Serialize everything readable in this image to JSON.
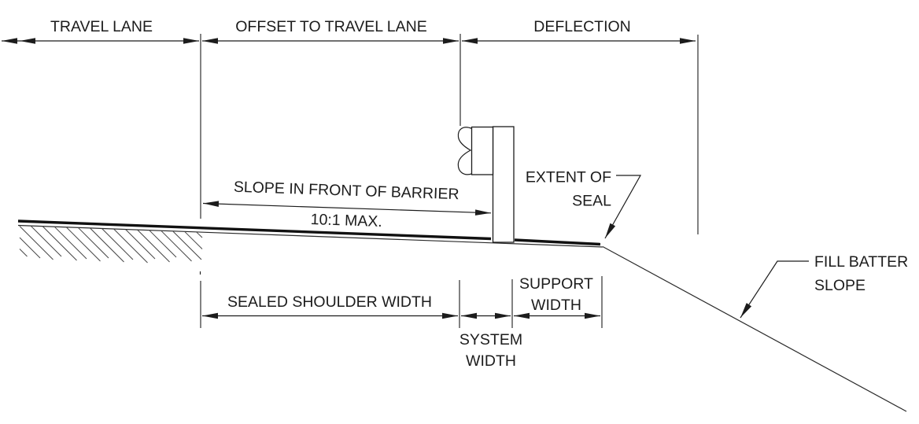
{
  "dwg": {
    "colors": {
      "ink": "#1c1c1c",
      "paper": "#ffffff"
    },
    "dims": {
      "travel_lane": "TRAVEL LANE",
      "offset_to_travel_lane": "OFFSET TO TRAVEL LANE",
      "deflection": "DEFLECTION",
      "slope_in_front_of_barrier": "SLOPE IN FRONT OF BARRIER",
      "slope_ratio": "10:1 MAX.",
      "sealed_shoulder_width": "SEALED SHOULDER WIDTH",
      "system_width": {
        "line1": "SYSTEM",
        "line2": "WIDTH"
      },
      "support_width": {
        "line1": "SUPPORT",
        "line2": "WIDTH"
      }
    },
    "callouts": {
      "extent_of_seal": {
        "line1": "EXTENT OF",
        "line2": "SEAL"
      },
      "fill_batter_slope": {
        "line1": "FILL BATTER",
        "line2": "SLOPE"
      }
    }
  }
}
